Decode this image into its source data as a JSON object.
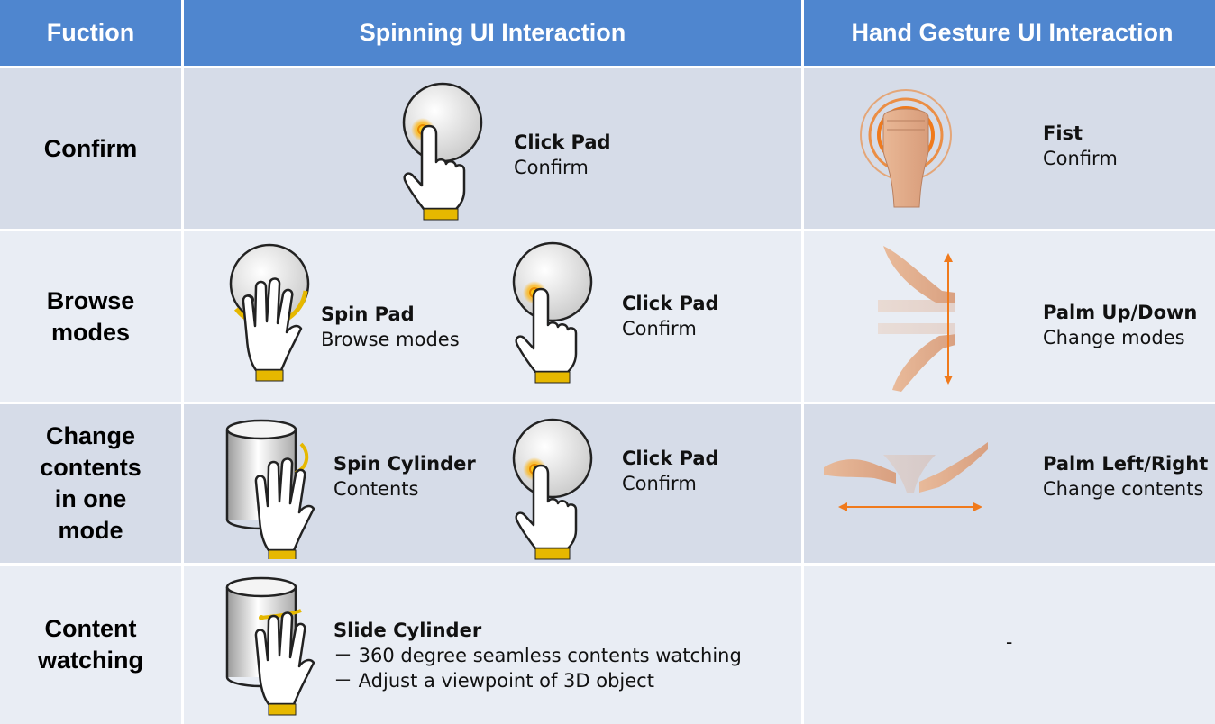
{
  "headers": {
    "function": "Fuction",
    "spinning": "Spinning UI Interaction",
    "gesture": "Hand Gesture UI Interaction"
  },
  "rows": [
    {
      "function": "Confirm",
      "spinning": [
        {
          "icon": "click-pad-icon",
          "title": "Click Pad",
          "sub": "Confirm"
        }
      ],
      "gesture": {
        "icon": "fist-icon",
        "title": "Fist",
        "sub": "Confirm"
      }
    },
    {
      "function": "Browse\nmodes",
      "spinning": [
        {
          "icon": "spin-pad-icon",
          "title": "Spin Pad",
          "sub": "Browse modes"
        },
        {
          "icon": "click-pad-icon",
          "title": "Click Pad",
          "sub": "Confirm"
        }
      ],
      "gesture": {
        "icon": "palm-up-down-icon",
        "title": "Palm Up/Down",
        "sub": "Change modes"
      }
    },
    {
      "function": "Change\ncontents\nin one\nmode",
      "spinning": [
        {
          "icon": "spin-cylinder-icon",
          "title": "Spin Cylinder",
          "sub": "Contents"
        },
        {
          "icon": "click-pad-icon",
          "title": "Click Pad",
          "sub": "Confirm"
        }
      ],
      "gesture": {
        "icon": "palm-left-right-icon",
        "title": "Palm Left/Right",
        "sub": "Change contents"
      }
    },
    {
      "function": "Content\nwatching",
      "spinning": [
        {
          "icon": "slide-cylinder-icon",
          "title": "Slide Cylinder",
          "lines": [
            "－ 360 degree seamless contents watching",
            "－ Adjust a viewpoint of 3D object"
          ]
        }
      ],
      "gesture": {
        "text": "-"
      }
    }
  ],
  "colors": {
    "header": "#4f86cf",
    "row_dark": "#d6dce8",
    "row_light": "#e9edf4",
    "accent": "#f07a1c",
    "cuff": "#e6b800"
  }
}
